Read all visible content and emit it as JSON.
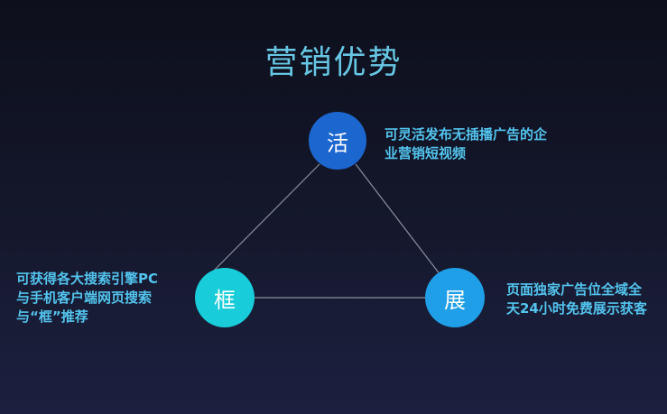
{
  "title": "营销优势",
  "nodes": {
    "top": {
      "label": "活",
      "color": "#1c66cf",
      "description": [
        "可灵活发布无插播广告的企",
        "业营销短视频"
      ]
    },
    "left": {
      "label": "框",
      "color": "#18ccd9",
      "description": [
        "可获得各大搜索引擎PC",
        "与手机客户端网页搜索",
        "与“框”推荐"
      ]
    },
    "right": {
      "label": "展",
      "color": "#1f9fe8",
      "description": [
        "页面独家广告位全域全",
        "天24小时免费展示获客"
      ]
    }
  },
  "colors": {
    "title": "#67c6e3",
    "description_text": "#53c4ee",
    "connector_lines": "#8a8fa0"
  }
}
